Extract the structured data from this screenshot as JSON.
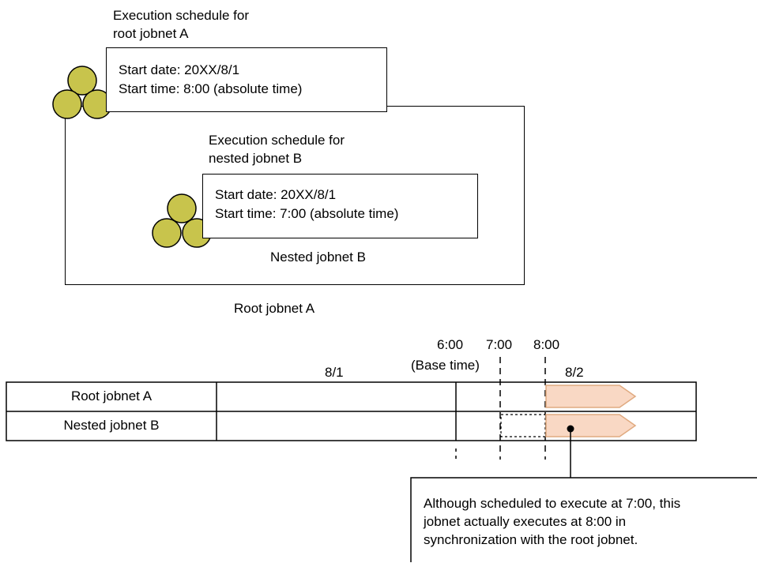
{
  "root_jobnet": {
    "schedule_caption_line1": "Execution schedule for",
    "schedule_caption_line2": "root jobnet A",
    "start_date": "Start date: 20XX/8/1",
    "start_time": "Start time: 8:00 (absolute time)",
    "label": "Root jobnet A"
  },
  "nested_jobnet": {
    "schedule_caption_line1": "Execution schedule for",
    "schedule_caption_line2": "nested jobnet B",
    "start_date": "Start date: 20XX/8/1",
    "start_time": "Start time: 7:00 (absolute time)",
    "label": "Nested jobnet B"
  },
  "timeline": {
    "times": {
      "t600": "6:00",
      "t700": "7:00",
      "t800": "8:00"
    },
    "base_time_label": "(Base time)",
    "date_81": "8/1",
    "date_82": "8/2",
    "rows": [
      "Root jobnet A",
      "Nested jobnet B"
    ],
    "note_line1": "Although scheduled to execute at 7:00, this",
    "note_line2": "jobnet actually executes at 8:00 in",
    "note_line3": "synchronization with the root jobnet."
  },
  "colors": {
    "jobnet_icon_fill": "#c8c44c",
    "execution_arrow_fill": "#f9d8c4",
    "execution_arrow_stroke": "#e0aa80"
  }
}
